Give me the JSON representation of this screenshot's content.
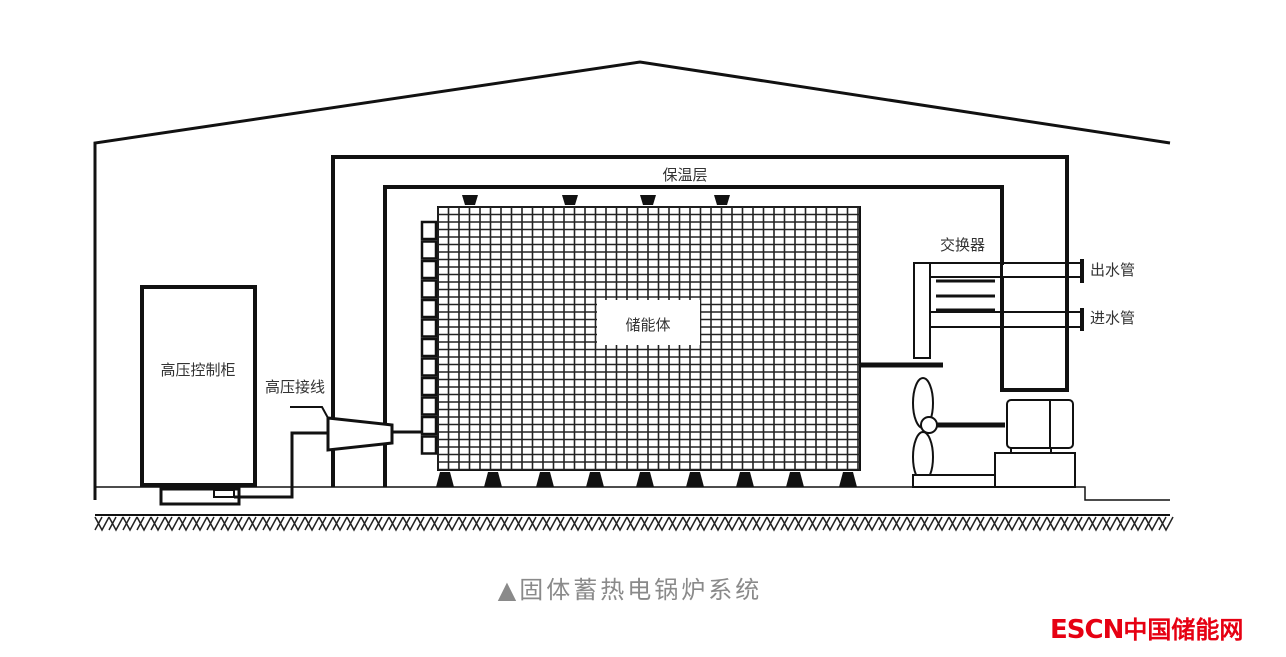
{
  "labels": {
    "insulation": "保温层",
    "storage": "储能体",
    "exchanger": "交换器",
    "outlet_pipe": "出水管",
    "inlet_pipe": "进水管",
    "hv_cabinet": "高压控制柜",
    "hv_wiring": "高压接线"
  },
  "caption": "▲固体蓄热电锅炉系统",
  "logo": {
    "latin": "ESCN",
    "chinese": "中国储能网",
    "color": "#e60012"
  }
}
